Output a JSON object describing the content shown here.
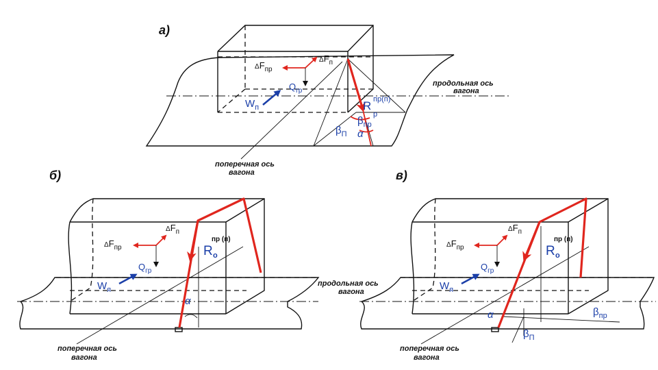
{
  "panels": {
    "a": {
      "tag": "а)",
      "dF_pr": {
        "delta": "Δ",
        "main": "F",
        "sub": "пр"
      },
      "dF_p": {
        "delta": "Δ",
        "main": "F",
        "sub": "п"
      },
      "Q": {
        "main": "Q",
        "sub": "гр"
      },
      "W": {
        "main": "W",
        "sub": "п"
      },
      "R": {
        "main": "R",
        "sub": "р",
        "sup": "пр(п)"
      },
      "beta_p": {
        "main": "β",
        "sub": "П"
      },
      "beta_pr": {
        "main": "β",
        "sub": "пр"
      },
      "alpha": "α",
      "long_axis_1": "продольная ось",
      "long_axis_2": "вагона",
      "trans_axis_1": "поперечная ось",
      "trans_axis_2": "вагона"
    },
    "b": {
      "tag": "б)",
      "dF_pr": {
        "delta": "Δ",
        "main": "F",
        "sub": "пр"
      },
      "dF_p": {
        "delta": "Δ",
        "main": "F",
        "sub": "п"
      },
      "Q": {
        "main": "Q",
        "sub": "гр"
      },
      "W": {
        "main": "W",
        "sub": "я"
      },
      "R": {
        "main": "R",
        "sub": "о",
        "sup": "пр (п)"
      },
      "alpha": "α",
      "long_axis_1": "продольная ось",
      "long_axis_2": "вагона",
      "trans_axis_1": "поперечная ось",
      "trans_axis_2": "вагона"
    },
    "c": {
      "tag": "в)",
      "dF_pr": {
        "delta": "Δ",
        "main": "F",
        "sub": "пр"
      },
      "dF_p": {
        "delta": "Δ",
        "main": "F",
        "sub": "п"
      },
      "Q": {
        "main": "Q",
        "sub": "гр"
      },
      "W": {
        "main": "W",
        "sub": "я"
      },
      "R": {
        "main": "R",
        "sub": "о",
        "sup": "пр (п)"
      },
      "alpha": "α",
      "beta_pr": {
        "main": "β",
        "sub": "пр"
      },
      "beta_p": {
        "main": "β",
        "sub": "П"
      },
      "trans_axis_1": "поперечная ось",
      "trans_axis_2": "вагона"
    }
  },
  "colors": {
    "force_red": "#e0261e",
    "label_blue": "#1b3fa8",
    "line_black": "#111111"
  }
}
